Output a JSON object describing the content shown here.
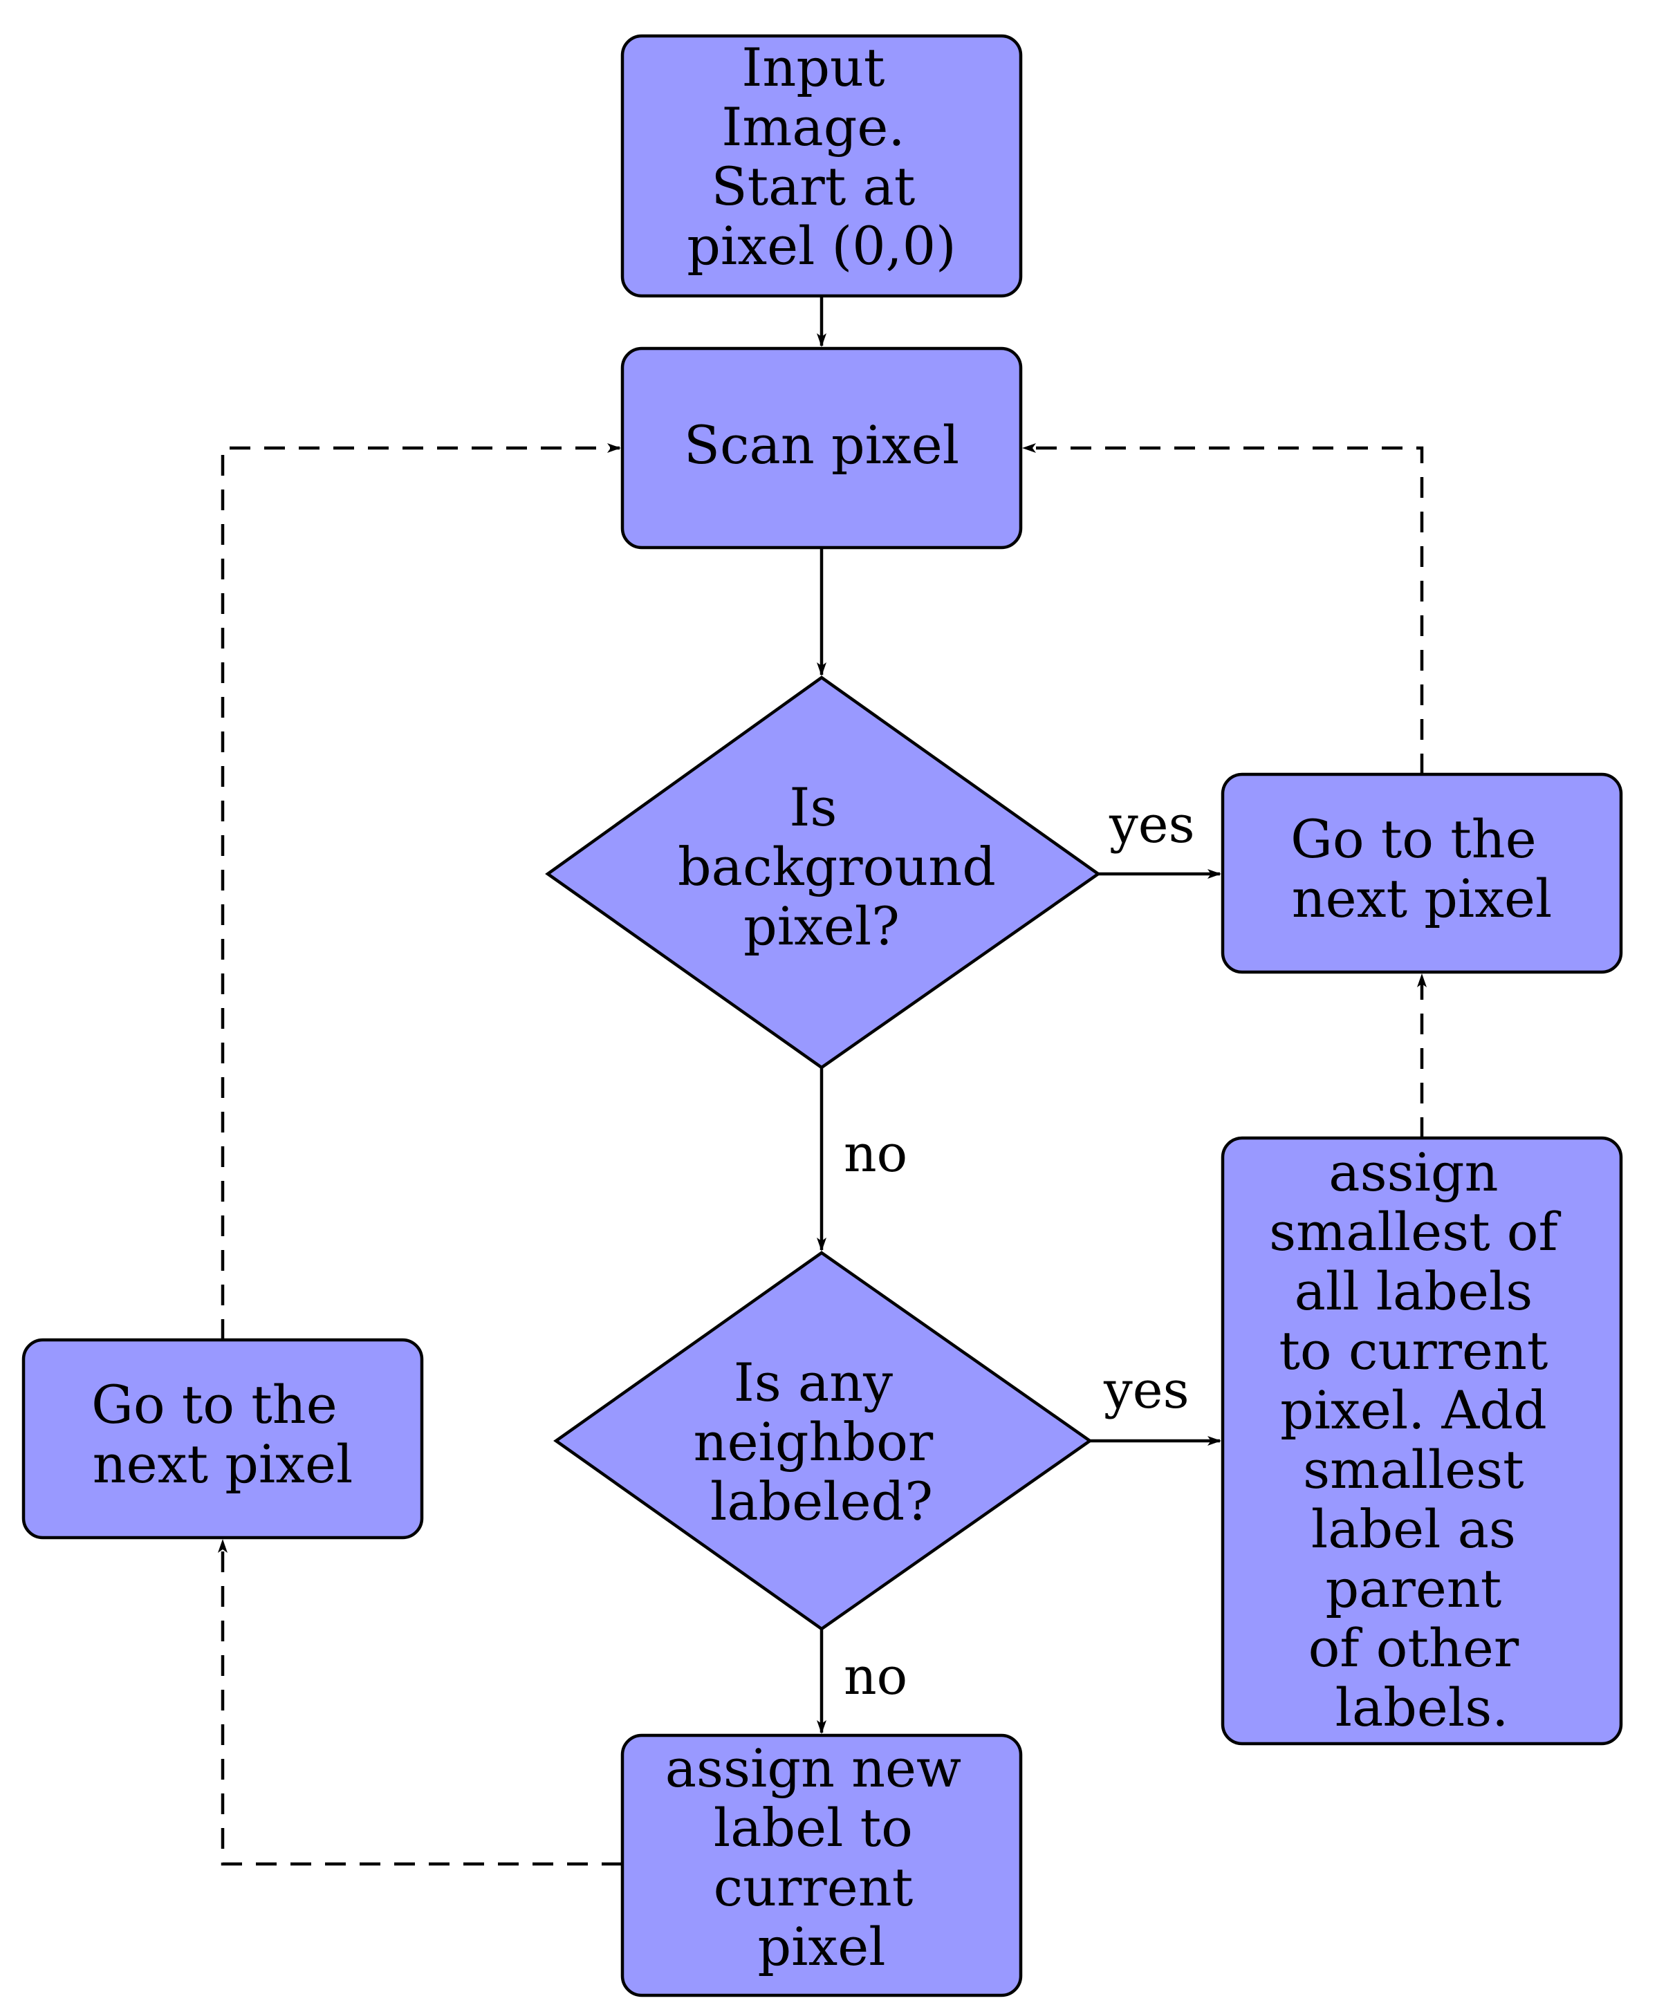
{
  "nodes": {
    "input_image": {
      "lines": [
        "Input",
        "Image.",
        "Start at",
        "pixel (0,0)"
      ]
    },
    "scan_pixel": {
      "lines": [
        "Scan pixel"
      ]
    },
    "background_decision": {
      "lines": [
        "Is",
        "background",
        "pixel?"
      ]
    },
    "next_pixel_right": {
      "lines": [
        "Go to the",
        "next pixel"
      ]
    },
    "neighbor_decision": {
      "lines": [
        "Is any",
        "neighbor",
        "labeled?"
      ]
    },
    "assign_smallest": {
      "lines": [
        "assign",
        "smallest of",
        "all labels",
        "to current",
        "pixel.  Add",
        "smallest",
        "label as",
        "parent",
        "of other",
        "labels."
      ]
    },
    "assign_new": {
      "lines": [
        "assign new",
        "label to",
        "current",
        "pixel"
      ]
    },
    "next_pixel_left": {
      "lines": [
        "Go to the",
        "next pixel"
      ]
    }
  },
  "edges": {
    "background_yes": "yes",
    "background_no": "no",
    "neighbor_yes": "yes",
    "neighbor_no": "no"
  },
  "colors": {
    "node_fill": "#9999ff",
    "stroke": "#000000"
  }
}
